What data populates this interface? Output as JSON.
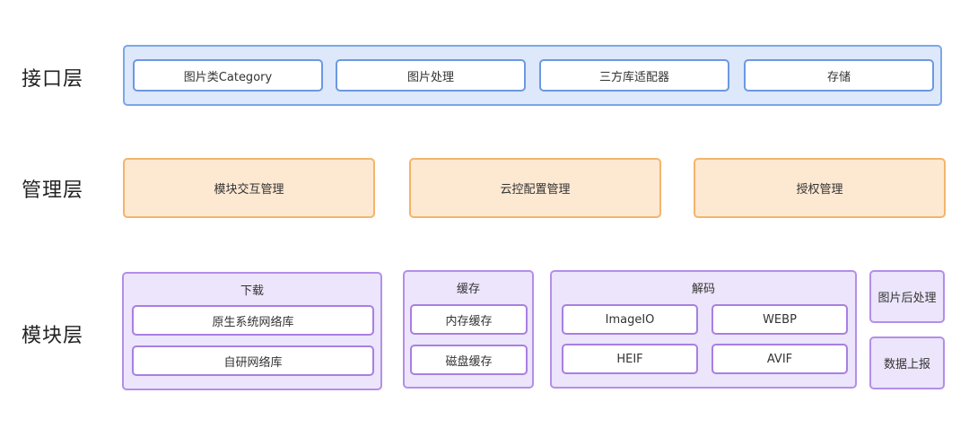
{
  "layers": {
    "interface": "接口层",
    "management": "管理层",
    "module": "模块层"
  },
  "interface_items": [
    "图片类Category",
    "图片处理",
    "三方库适配器",
    "存储"
  ],
  "management_items": [
    "模块交互管理",
    "云控配置管理",
    "授权管理"
  ],
  "modules": {
    "download": {
      "title": "下载",
      "items": [
        "原生系统网络库",
        "自研网络库"
      ]
    },
    "cache": {
      "title": "缓存",
      "items": [
        "内存缓存",
        "磁盘缓存"
      ]
    },
    "decode": {
      "title": "解码",
      "items": [
        "ImageIO",
        "WEBP",
        "HEIF",
        "AVIF"
      ]
    },
    "post_process": "图片后处理",
    "data_report": "数据上报"
  },
  "colors": {
    "interface_fill": "#dde8fb",
    "interface_border": "#7ba6ea",
    "management_fill": "#fde8d2",
    "management_border": "#f3b46b",
    "module_fill": "#ece5fb",
    "module_border": "#b48ee9"
  }
}
